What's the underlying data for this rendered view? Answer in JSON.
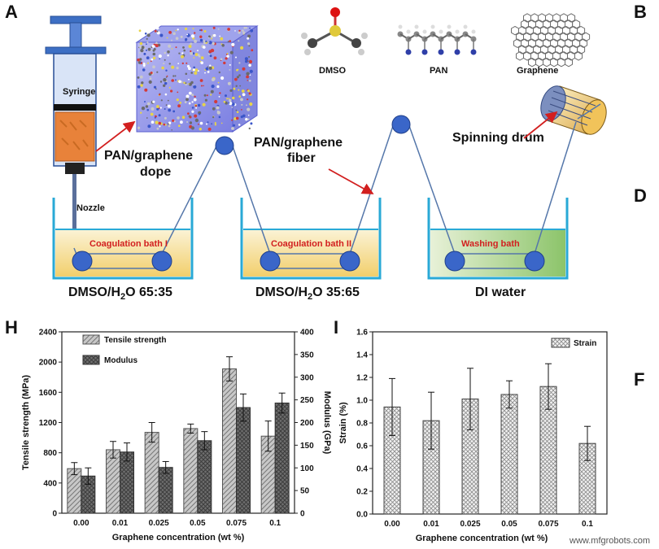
{
  "panels": {
    "A": "A",
    "B": "B",
    "D": "D",
    "H": "H",
    "I": "I",
    "F": "F"
  },
  "process": {
    "syringe_label": "Syringe",
    "nozzle_label": "Nozzle",
    "dope_label_1": "PAN/graphene",
    "dope_label_2": "dope",
    "fiber_label_1": "PAN/graphene",
    "fiber_label_2": "fiber",
    "drum_label": "Spinning drum",
    "molecules": [
      "DMSO",
      "PAN",
      "Graphene"
    ],
    "baths": [
      {
        "name": "Coagulation bath I",
        "solvent_main": "DMSO/H",
        "solvent_sub": "2",
        "solvent_tail": "O 65:35"
      },
      {
        "name": "Coagulation bath II",
        "solvent_main": "DMSO/H",
        "solvent_sub": "2",
        "solvent_tail": "O 35:65"
      },
      {
        "name": "Washing bath",
        "solvent_main": "DI water",
        "solvent_sub": "",
        "solvent_tail": ""
      }
    ],
    "colors": {
      "bath_fill": "#f6e4a6",
      "bath_wall": "#29a9d6",
      "roller": "#3a66c9",
      "fiber": "#5577aa",
      "arrow": "#d21f1f"
    }
  },
  "chart_data": [
    {
      "type": "bar",
      "panel": "H",
      "categories": [
        "0.00",
        "0.01",
        "0.025",
        "0.05",
        "0.075",
        "0.1"
      ],
      "xlabel": "Graphene concentration (wt %)",
      "ylabel": "Tensile strength (MPa)",
      "ylabel_right": "Modulus (GPa)",
      "ylim": [
        0,
        2400
      ],
      "ylim_right": [
        0,
        400
      ],
      "yticks": [
        0,
        400,
        800,
        1200,
        1600,
        2000,
        2400
      ],
      "yticks_right": [
        0,
        50,
        100,
        150,
        200,
        250,
        300,
        350,
        400
      ],
      "legend_position": "top-left",
      "series": [
        {
          "name": "Tensile strength",
          "axis": "left",
          "values": [
            590,
            840,
            1070,
            1120,
            1910,
            1020
          ],
          "errors": [
            80,
            110,
            130,
            60,
            160,
            200
          ]
        },
        {
          "name": "Modulus",
          "axis": "right",
          "values": [
            82,
            135,
            101,
            160,
            233,
            243
          ],
          "errors": [
            18,
            20,
            13,
            20,
            30,
            22
          ]
        }
      ]
    },
    {
      "type": "bar",
      "panel": "I",
      "categories": [
        "0.00",
        "0.01",
        "0.025",
        "0.05",
        "0.075",
        "0.1"
      ],
      "xlabel": "Graphene concentration (wt %)",
      "ylabel": "Strain (%)",
      "ylim": [
        0,
        1.6
      ],
      "yticks": [
        "0.0",
        "0.2",
        "0.4",
        "0.6",
        "0.8",
        "1.0",
        "1.2",
        "1.4",
        "1.6"
      ],
      "legend_position": "top-right",
      "series": [
        {
          "name": "Strain",
          "values": [
            0.94,
            0.82,
            1.01,
            1.05,
            1.12,
            0.62
          ],
          "errors": [
            0.25,
            0.25,
            0.27,
            0.12,
            0.2,
            0.15
          ]
        }
      ]
    }
  ],
  "watermark": "www.mfgrobots.com"
}
